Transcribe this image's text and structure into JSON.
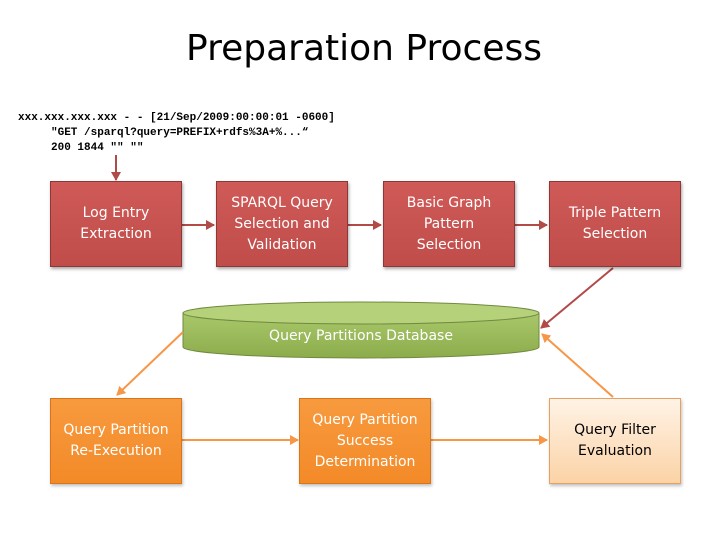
{
  "title": "Preparation Process",
  "log_entry": {
    "line1": "xxx.xxx.xxx.xxx - - [21/Sep/2009:00:00:01 -0600]",
    "line2": "     \"GET /sparql?query=PREFIX+rdfs%3A+%...“",
    "line3": "     200 1844 \"\" \"\""
  },
  "nodes": {
    "log_entry_extraction": "Log Entry\nExtraction",
    "sparql_query_selection": "SPARQL Query\nSelection and\nValidation",
    "bgp_selection": "Basic Graph\nPattern\nSelection",
    "triple_pattern_selection": "Triple Pattern\nSelection",
    "database": "Query Partitions Database",
    "re_execution": "Query Partition\nRe-Execution",
    "success_determination": "Query Partition\nSuccess\nDetermination",
    "filter_evaluation": "Query Filter\nEvaluation"
  },
  "colors": {
    "red": "#c0504d",
    "orange": "#f79646",
    "peach": "#fcd5b4",
    "green": "#9bbb59"
  }
}
